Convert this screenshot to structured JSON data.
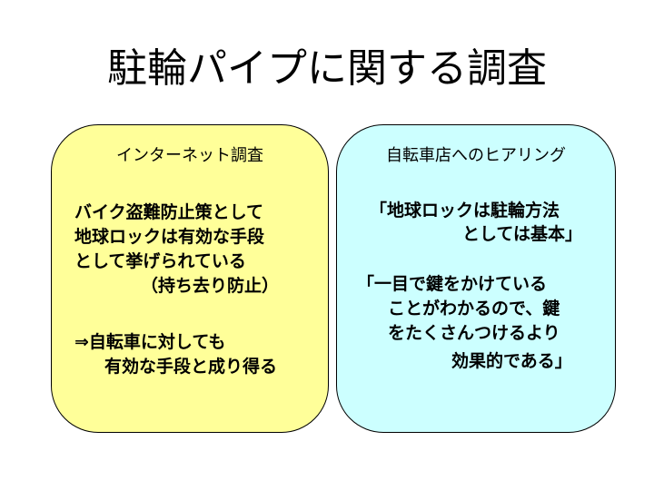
{
  "slide": {
    "title": "駐輪パイプに関する調査"
  },
  "left_panel": {
    "bg_color": "#ffff99",
    "heading": "インターネット調査",
    "lines": [
      "バイク盗難防止策として",
      "地球ロックは有効な手段",
      "として挙げられている",
      "（持ち去り防止）",
      "⇒自転車に対しても",
      "有効な手段と成り得る"
    ]
  },
  "right_panel": {
    "bg_color": "#ccffff",
    "heading": "自転車店へのヒアリング",
    "lines": [
      "「地球ロックは駐輪方法",
      "としては基本」",
      "「一目で鍵をかけている",
      "ことがわかるので、鍵",
      "をたくさんつけるより",
      "効果的である」"
    ]
  }
}
